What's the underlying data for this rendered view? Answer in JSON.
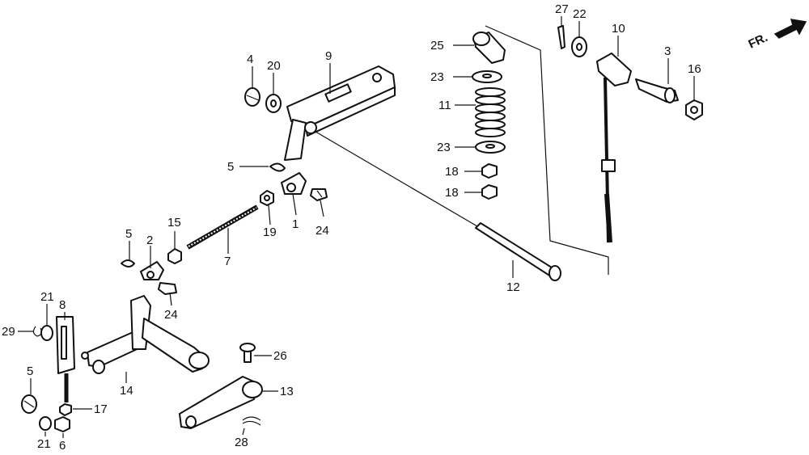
{
  "direction_label": "FR.",
  "callouts": {
    "c1": "1",
    "c2": "2",
    "c3": "3",
    "c4": "4",
    "c5a": "5",
    "c5b": "5",
    "c5c": "5",
    "c6": "6",
    "c7": "7",
    "c8": "8",
    "c9": "9",
    "c10": "10",
    "c11": "11",
    "c12": "12",
    "c13": "13",
    "c14": "14",
    "c15": "15",
    "c16": "16",
    "c17": "17",
    "c18a": "18",
    "c18b": "18",
    "c19": "19",
    "c20": "20",
    "c21a": "21",
    "c21b": "21",
    "c22": "22",
    "c23a": "23",
    "c23b": "23",
    "c24a": "24",
    "c24b": "24",
    "c25": "25",
    "c26": "26",
    "c27": "27",
    "c28": "28",
    "c29": "29"
  }
}
